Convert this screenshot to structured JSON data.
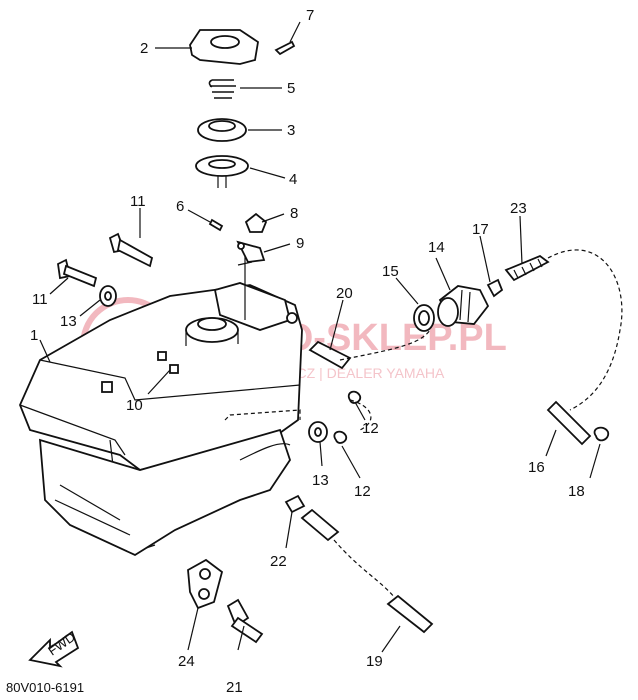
{
  "diagram": {
    "code": "80V010-6191",
    "fwd": "FWD",
    "watermark": {
      "brand": "MOTO-SKLEP.PL",
      "tagline": "CIECHOWICZ | DEALER YAMAHA"
    },
    "callouts": {
      "c1": "1",
      "c2": "2",
      "c3": "3",
      "c4": "4",
      "c5": "5",
      "c6": "6",
      "c7": "7",
      "c8": "8",
      "c9": "9",
      "c10": "10",
      "c11a": "11",
      "c11b": "11",
      "c12a": "12",
      "c12b": "12",
      "c13a": "13",
      "c13b": "13",
      "c14": "14",
      "c15": "15",
      "c16": "16",
      "c17": "17",
      "c18": "18",
      "c19": "19",
      "c20": "20",
      "c21": "21",
      "c22": "22",
      "c23": "23",
      "c24": "24"
    }
  }
}
